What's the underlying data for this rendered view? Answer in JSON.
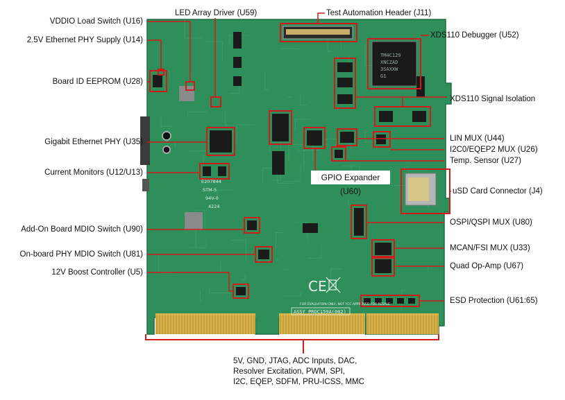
{
  "colors": {
    "pcb": "#2f8f5b",
    "pcb_dark": "#1f6b43",
    "gold": "#d8b24a",
    "chip": "#1a1a1a",
    "callout": "#d11a1a",
    "silk": "#e8f0ea"
  },
  "labels": {
    "vddio": "VDDIO Load Switch (U16)",
    "led": "LED Array Driver (U59)",
    "test_header": "Test Automation Header (J11)",
    "eth_supply": "2.5V Ethernet PHY Supply (U14)",
    "xds_debugger": "XDS110 Debugger (U52)",
    "board_id": "Board ID EEPROM (U28)",
    "xds_iso": "XDS110 Signal Isolation",
    "gig_phy": "Gigabit Ethernet PHY (U35)",
    "lin_mux": "LIN MUX (U44)",
    "i2c_mux": "I2C0/EQEP2 MUX (U26)",
    "temp": "Temp. Sensor (U27)",
    "current": "Current Monitors (U12/U13)",
    "gpio": "GPIO Expander (U60)",
    "usd": "uSD Card Connector (J4)",
    "addon_mdio": "Add-On Board MDIO Switch (U90)",
    "ospi": "OSPI/QSPI MUX (U80)",
    "onboard_mdio": "On-board PHY MDIO Switch (U81)",
    "mcan": "MCAN/FSI MUX (U33)",
    "quad_op": "Quad Op-Amp (U67)",
    "boost": "12V Boost Controller (U5)",
    "esd": "ESD Protection (U61:65)",
    "bottom_lines": [
      "5V, GND, JTAG, ADC Inputs, DAC,",
      "Resolver Excitation, PWM, SPI,",
      "I2C, EQEP, SDFM, PRU-ICSS, MMC"
    ]
  },
  "silkscreen": {
    "chip_marking": [
      "TM4C129",
      "XNCZAD",
      "3SAXXW",
      "G1"
    ],
    "assy": "ASSY PROC159A(002)",
    "eval_note": "FOR EVALUATION ONLY, NOT FCC APPROVED FOR RESALE",
    "part_marks": [
      "E207844",
      "STM-5",
      "94V-0",
      "4224"
    ]
  }
}
